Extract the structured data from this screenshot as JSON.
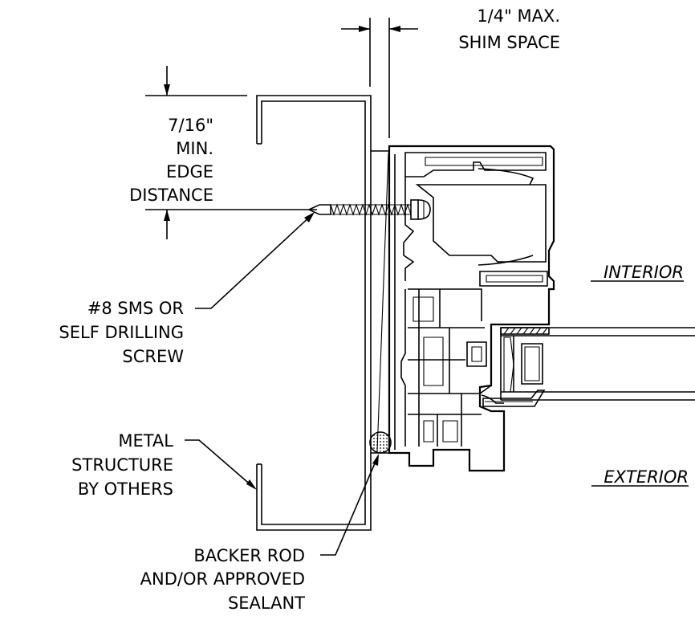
{
  "labels": {
    "shim_line1": "1/4\" MAX.",
    "shim_line2": "SHIM SPACE",
    "edge_line1": "7/16\"",
    "edge_line2": "MIN.",
    "edge_line3": "EDGE",
    "edge_line4": "DISTANCE",
    "screw_line1": "#8 SMS OR",
    "screw_line2": "SELF DRILLING",
    "screw_line3": "SCREW",
    "metal_line1": "METAL",
    "metal_line2": "STRUCTURE",
    "metal_line3": "BY OTHERS",
    "backer_line1": "BACKER ROD",
    "backer_line2": "AND/OR APPROVED",
    "backer_line3": "SEALANT",
    "interior": "INTERIOR",
    "exterior": "EXTERIOR"
  }
}
